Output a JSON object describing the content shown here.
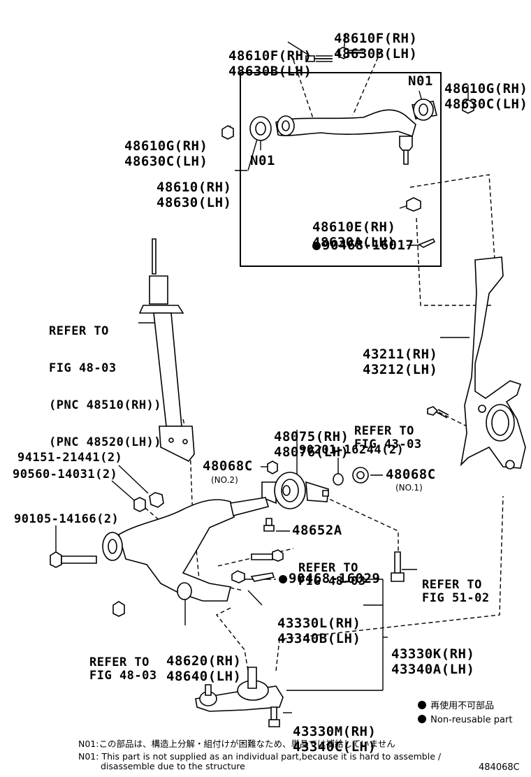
{
  "labels": {
    "upper_top_left": [
      "48610F(RH)",
      "48630B(LH)"
    ],
    "upper_top_right": [
      "48610F(RH)",
      "48630B(LH)"
    ],
    "upper_right_nut": [
      "48610G(RH)",
      "48630C(LH)"
    ],
    "upper_left_nut": [
      "48610G(RH)",
      "48630C(LH)"
    ],
    "upper_arm": [
      "48610(RH)",
      "48630(LH)"
    ],
    "n01_right": "N01",
    "n01_left": "N01",
    "upper_ball_nut": [
      "48610E(RH)",
      "48630A(LH)"
    ],
    "upper_cotter": "90468-16017",
    "strut_ref": [
      "REFER TO",
      "FIG 48-03",
      "(PNC 48510(RH))",
      "(PNC 48520(LH))"
    ],
    "knuckle": [
      "43211(RH)",
      "43212(LH)"
    ],
    "ref_43": [
      "REFER TO",
      "FIG 43-03"
    ],
    "bushing": [
      "48075(RH)",
      "48076(LH)"
    ],
    "bolt_90201": "90201-16244(2)",
    "washer_no2": "48068C",
    "washer_no2_sub": "(NO.2)",
    "washer_no1": "48068C",
    "washer_no1_sub": "(NO.1)",
    "part_94151": "94151-21441(2)",
    "part_90560": "90560-14031(2)",
    "part_90105": "90105-14166(2)",
    "part_48652": "48652A",
    "ref_48_mid": [
      "REFER TO",
      "FIG 48-03"
    ],
    "ref_51": [
      "REFER TO",
      "FIG 51-02"
    ],
    "lower_cotter": "90468-16029",
    "lower_ball_L": [
      "43330L(RH)",
      "43340B(LH)"
    ],
    "lower_ball_K": [
      "43330K(RH)",
      "43340A(LH)"
    ],
    "lower_arm": [
      "48620(RH)",
      "48640(LH)"
    ],
    "ref_48_bottom": [
      "REFER TO",
      "FIG 48-03"
    ],
    "lower_ball_M": [
      "43330M(RH)",
      "43340C(LH)"
    ]
  },
  "legend": {
    "jp": "再使用不可部品",
    "en": "Non-reusable part"
  },
  "notes": {
    "jp": "N01:この部品は、構造上分解・組付けが困難なため、単品では補給していません",
    "en_line1": "N01: This part is not supplied as an individual part,because it is hard to assemble /",
    "en_line2": "disassemble due to the structure"
  },
  "figure_id": "484068C"
}
